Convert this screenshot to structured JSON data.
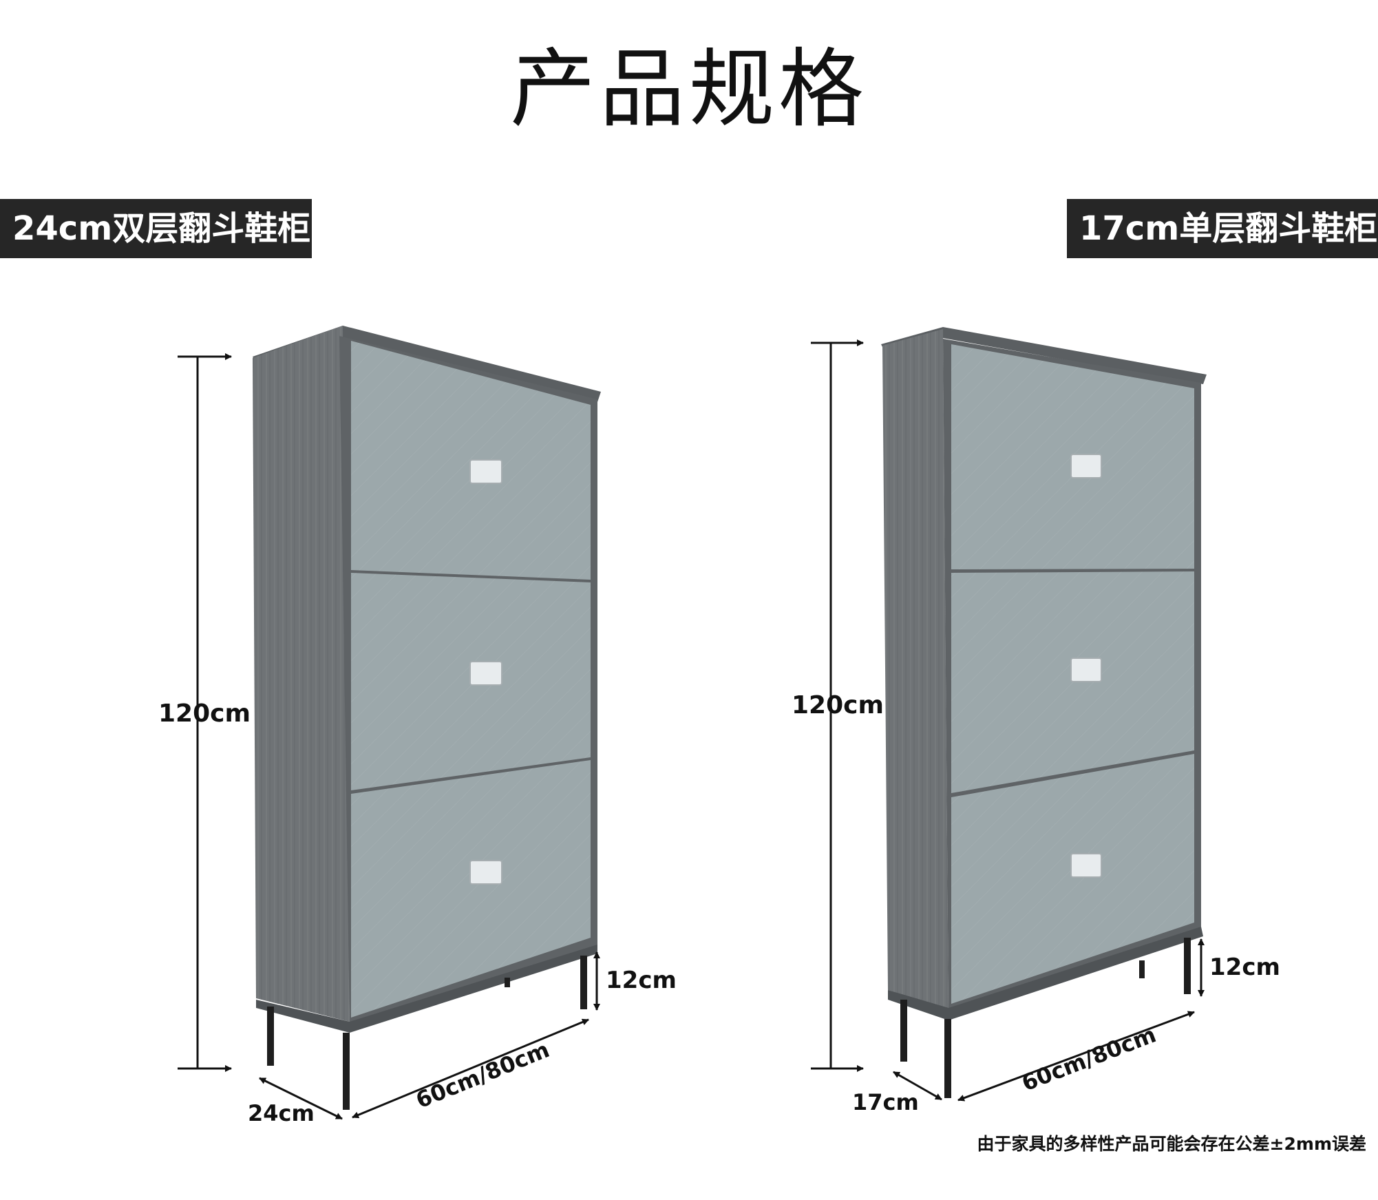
{
  "page": {
    "title": "产品规格",
    "footnote": "由于家具的多样性产品可能会存在公差±2mm误差"
  },
  "left": {
    "tag": "24cm双层翻斗鞋柜",
    "height": "120cm",
    "leg": "12cm",
    "depth": "24cm",
    "width": "60cm/80cm"
  },
  "right": {
    "tag": "17cm单层翻斗鞋柜",
    "height": "120cm",
    "leg": "12cm",
    "depth": "17cm",
    "width": "60cm/80cm"
  },
  "colors": {
    "body": "#6e7275",
    "door": "#9ba7aa",
    "frame": "#5f6366",
    "tag_bg": "#262626",
    "leg": "#1e1e1e"
  }
}
